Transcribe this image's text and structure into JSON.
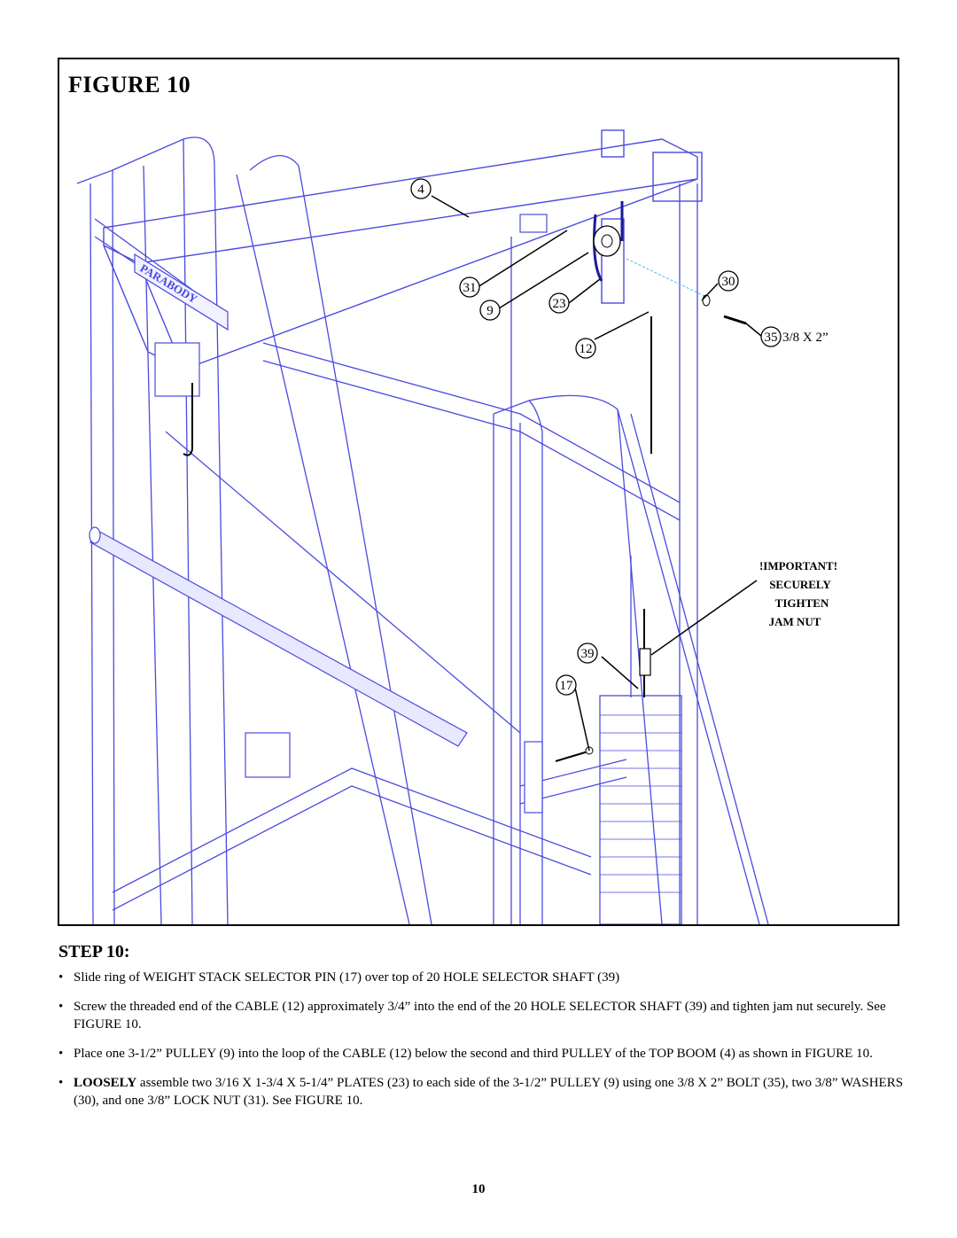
{
  "figure": {
    "title": "FIGURE 10",
    "logo_text": "PARABODY",
    "callouts": [
      {
        "id": "label-4",
        "label": "4"
      },
      {
        "id": "label-31",
        "label": "31"
      },
      {
        "id": "label-9",
        "label": "9"
      },
      {
        "id": "label-23",
        "label": "23"
      },
      {
        "id": "label-30",
        "label": "30"
      },
      {
        "id": "label-35",
        "label": "35"
      },
      {
        "id": "label-12",
        "label": "12"
      },
      {
        "id": "label-39",
        "label": "39"
      },
      {
        "id": "label-17",
        "label": "17"
      }
    ],
    "bolt_size": "3/8 X 2”",
    "important": {
      "line1": "!IMPORTANT!",
      "line2": "SECURELY",
      "line3": "TIGHTEN",
      "line4": "JAM NUT"
    },
    "colors": {
      "frame": "#4a4ae0",
      "part": "#000000",
      "cable": "#1a1a9a"
    }
  },
  "step": {
    "title": "STEP 10:",
    "bullet": "•",
    "items": [
      {
        "prefix": "",
        "text": "Slide ring of WEIGHT STACK SELECTOR PIN (17) over top of 20 HOLE SELECTOR SHAFT (39)"
      },
      {
        "prefix": "",
        "text": "Screw the threaded end of the CABLE (12) approximately 3/4” into the end of the 20 HOLE SELECTOR SHAFT (39) and tighten jam nut securely. See FIGURE 10."
      },
      {
        "prefix": "",
        "text": "Place one 3-1/2” PULLEY (9) into the loop of the CABLE (12) below the second and third PULLEY of the TOP BOOM (4) as shown in FIGURE 10."
      },
      {
        "prefix": "LOOSELY",
        "text": " assemble two 3/16 X 1-3/4 X 5-1/4” PLATES (23) to each side of the 3-1/2” PULLEY (9) using one 3/8 X 2” BOLT (35), two 3/8” WASHERS (30), and one 3/8” LOCK NUT (31). See FIGURE 10."
      }
    ]
  },
  "page_number": "10"
}
